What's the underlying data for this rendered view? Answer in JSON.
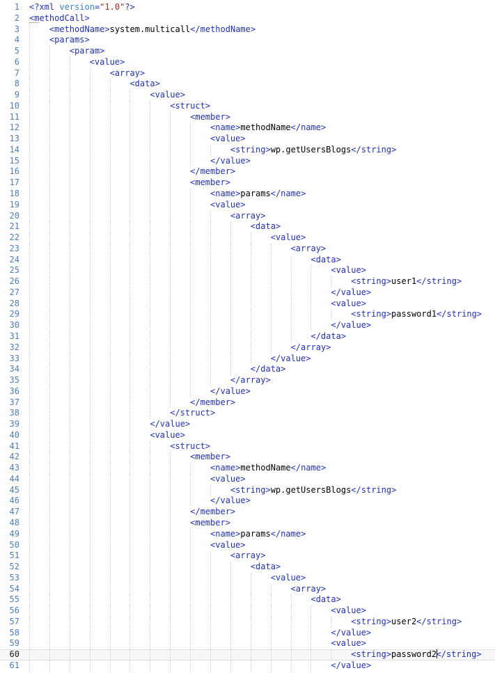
{
  "theme": {
    "background": "#ffffff",
    "gutter_number": "#4d7ebd",
    "gutter_number_current": "#1c1c1c",
    "tag": "#2230b4",
    "text": "#000000",
    "attr": "#3a7fc2",
    "string": "#a8281c",
    "indent_guide": "#d0d0d0",
    "current_line_bg": "#f7f7f7",
    "current_line_border": "#e0e0e0",
    "caret": "#000000",
    "squiggle": "#777777"
  },
  "editor": {
    "language": "xml",
    "cursor_line": 60,
    "lines": [
      {
        "n": 1,
        "i": 0,
        "tk": [
          [
            "t",
            "<?xml "
          ],
          [
            "a",
            "version"
          ],
          [
            "t",
            "="
          ],
          [
            "s",
            "\"1.0\""
          ],
          [
            "t",
            "?>"
          ]
        ]
      },
      {
        "n": 2,
        "i": 0,
        "tk": [
          [
            "t",
            "<methodCall>"
          ]
        ],
        "sq": [
          0,
          2
        ]
      },
      {
        "n": 3,
        "i": 1,
        "tk": [
          [
            "t",
            "<methodName>"
          ],
          [
            "x",
            "system.multicall"
          ],
          [
            "t",
            "</methodName>"
          ]
        ]
      },
      {
        "n": 4,
        "i": 1,
        "tk": [
          [
            "t",
            "<params>"
          ]
        ]
      },
      {
        "n": 5,
        "i": 2,
        "tk": [
          [
            "t",
            "<param>"
          ]
        ]
      },
      {
        "n": 6,
        "i": 3,
        "tk": [
          [
            "t",
            "<value>"
          ]
        ]
      },
      {
        "n": 7,
        "i": 4,
        "tk": [
          [
            "t",
            "<array>"
          ]
        ]
      },
      {
        "n": 8,
        "i": 5,
        "tk": [
          [
            "t",
            "<data>"
          ]
        ]
      },
      {
        "n": 9,
        "i": 6,
        "tk": [
          [
            "t",
            "<value>"
          ]
        ]
      },
      {
        "n": 10,
        "i": 7,
        "tk": [
          [
            "t",
            "<struct>"
          ]
        ]
      },
      {
        "n": 11,
        "i": 8,
        "tk": [
          [
            "t",
            "<member>"
          ]
        ]
      },
      {
        "n": 12,
        "i": 9,
        "tk": [
          [
            "t",
            "<name>"
          ],
          [
            "x",
            "methodName"
          ],
          [
            "t",
            "</name>"
          ]
        ]
      },
      {
        "n": 13,
        "i": 9,
        "tk": [
          [
            "t",
            "<value>"
          ]
        ]
      },
      {
        "n": 14,
        "i": 10,
        "tk": [
          [
            "t",
            "<string>"
          ],
          [
            "x",
            "wp.getUsersBlogs"
          ],
          [
            "t",
            "</string>"
          ]
        ]
      },
      {
        "n": 15,
        "i": 9,
        "tk": [
          [
            "t",
            "</value>"
          ]
        ]
      },
      {
        "n": 16,
        "i": 8,
        "tk": [
          [
            "t",
            "</member>"
          ]
        ]
      },
      {
        "n": 17,
        "i": 8,
        "tk": [
          [
            "t",
            "<member>"
          ]
        ]
      },
      {
        "n": 18,
        "i": 9,
        "tk": [
          [
            "t",
            "<name>"
          ],
          [
            "x",
            "params"
          ],
          [
            "t",
            "</name>"
          ]
        ]
      },
      {
        "n": 19,
        "i": 9,
        "tk": [
          [
            "t",
            "<value>"
          ]
        ]
      },
      {
        "n": 20,
        "i": 10,
        "tk": [
          [
            "t",
            "<array>"
          ]
        ]
      },
      {
        "n": 21,
        "i": 11,
        "tk": [
          [
            "t",
            "<data>"
          ]
        ]
      },
      {
        "n": 22,
        "i": 12,
        "tk": [
          [
            "t",
            "<value>"
          ]
        ]
      },
      {
        "n": 23,
        "i": 13,
        "tk": [
          [
            "t",
            "<array>"
          ]
        ]
      },
      {
        "n": 24,
        "i": 14,
        "tk": [
          [
            "t",
            "<data>"
          ]
        ]
      },
      {
        "n": 25,
        "i": 15,
        "tk": [
          [
            "t",
            "<value>"
          ]
        ]
      },
      {
        "n": 26,
        "i": 16,
        "tk": [
          [
            "t",
            "<string>"
          ],
          [
            "x",
            "user1"
          ],
          [
            "t",
            "</string>"
          ]
        ]
      },
      {
        "n": 27,
        "i": 15,
        "tk": [
          [
            "t",
            "</value>"
          ]
        ]
      },
      {
        "n": 28,
        "i": 15,
        "tk": [
          [
            "t",
            "<value>"
          ]
        ]
      },
      {
        "n": 29,
        "i": 16,
        "tk": [
          [
            "t",
            "<string>"
          ],
          [
            "x",
            "password1"
          ],
          [
            "t",
            "</string>"
          ]
        ]
      },
      {
        "n": 30,
        "i": 15,
        "tk": [
          [
            "t",
            "</value>"
          ]
        ]
      },
      {
        "n": 31,
        "i": 14,
        "tk": [
          [
            "t",
            "</data>"
          ]
        ]
      },
      {
        "n": 32,
        "i": 13,
        "tk": [
          [
            "t",
            "</array>"
          ]
        ]
      },
      {
        "n": 33,
        "i": 12,
        "tk": [
          [
            "t",
            "</value>"
          ]
        ]
      },
      {
        "n": 34,
        "i": 11,
        "tk": [
          [
            "t",
            "</data>"
          ]
        ]
      },
      {
        "n": 35,
        "i": 10,
        "tk": [
          [
            "t",
            "</array>"
          ]
        ]
      },
      {
        "n": 36,
        "i": 9,
        "tk": [
          [
            "t",
            "</value>"
          ]
        ]
      },
      {
        "n": 37,
        "i": 8,
        "tk": [
          [
            "t",
            "</member>"
          ]
        ]
      },
      {
        "n": 38,
        "i": 7,
        "tk": [
          [
            "t",
            "</struct>"
          ]
        ]
      },
      {
        "n": 39,
        "i": 6,
        "tk": [
          [
            "t",
            "</value>"
          ]
        ]
      },
      {
        "n": 40,
        "i": 6,
        "tk": [
          [
            "t",
            "<value>"
          ]
        ]
      },
      {
        "n": 41,
        "i": 7,
        "tk": [
          [
            "t",
            "<struct>"
          ]
        ]
      },
      {
        "n": 42,
        "i": 8,
        "tk": [
          [
            "t",
            "<member>"
          ]
        ]
      },
      {
        "n": 43,
        "i": 9,
        "tk": [
          [
            "t",
            "<name>"
          ],
          [
            "x",
            "methodName"
          ],
          [
            "t",
            "</name>"
          ]
        ]
      },
      {
        "n": 44,
        "i": 9,
        "tk": [
          [
            "t",
            "<value>"
          ]
        ]
      },
      {
        "n": 45,
        "i": 10,
        "tk": [
          [
            "t",
            "<string>"
          ],
          [
            "x",
            "wp.getUsersBlogs"
          ],
          [
            "t",
            "</string>"
          ]
        ]
      },
      {
        "n": 46,
        "i": 9,
        "tk": [
          [
            "t",
            "</value>"
          ]
        ]
      },
      {
        "n": 47,
        "i": 8,
        "tk": [
          [
            "t",
            "</member>"
          ]
        ]
      },
      {
        "n": 48,
        "i": 8,
        "tk": [
          [
            "t",
            "<member>"
          ]
        ]
      },
      {
        "n": 49,
        "i": 9,
        "tk": [
          [
            "t",
            "<name>"
          ],
          [
            "x",
            "params"
          ],
          [
            "t",
            "</name>"
          ]
        ]
      },
      {
        "n": 50,
        "i": 9,
        "tk": [
          [
            "t",
            "<value>"
          ]
        ]
      },
      {
        "n": 51,
        "i": 10,
        "tk": [
          [
            "t",
            "<array>"
          ]
        ]
      },
      {
        "n": 52,
        "i": 11,
        "tk": [
          [
            "t",
            "<data>"
          ]
        ]
      },
      {
        "n": 53,
        "i": 12,
        "tk": [
          [
            "t",
            "<value>"
          ]
        ]
      },
      {
        "n": 54,
        "i": 13,
        "tk": [
          [
            "t",
            "<array>"
          ]
        ]
      },
      {
        "n": 55,
        "i": 14,
        "tk": [
          [
            "t",
            "<data>"
          ]
        ]
      },
      {
        "n": 56,
        "i": 15,
        "tk": [
          [
            "t",
            "<value>"
          ]
        ]
      },
      {
        "n": 57,
        "i": 16,
        "tk": [
          [
            "t",
            "<string>"
          ],
          [
            "x",
            "user2"
          ],
          [
            "t",
            "</string>"
          ]
        ]
      },
      {
        "n": 58,
        "i": 15,
        "tk": [
          [
            "t",
            "</value>"
          ]
        ]
      },
      {
        "n": 59,
        "i": 15,
        "tk": [
          [
            "t",
            "<value>"
          ]
        ]
      },
      {
        "n": 60,
        "i": 16,
        "tk": [
          [
            "t",
            "<string>"
          ],
          [
            "x",
            "password2"
          ],
          [
            "c",
            ""
          ],
          [
            "t",
            "</string>"
          ]
        ],
        "cur": true
      },
      {
        "n": 61,
        "i": 15,
        "tk": [
          [
            "t",
            "</value>"
          ]
        ]
      }
    ]
  }
}
